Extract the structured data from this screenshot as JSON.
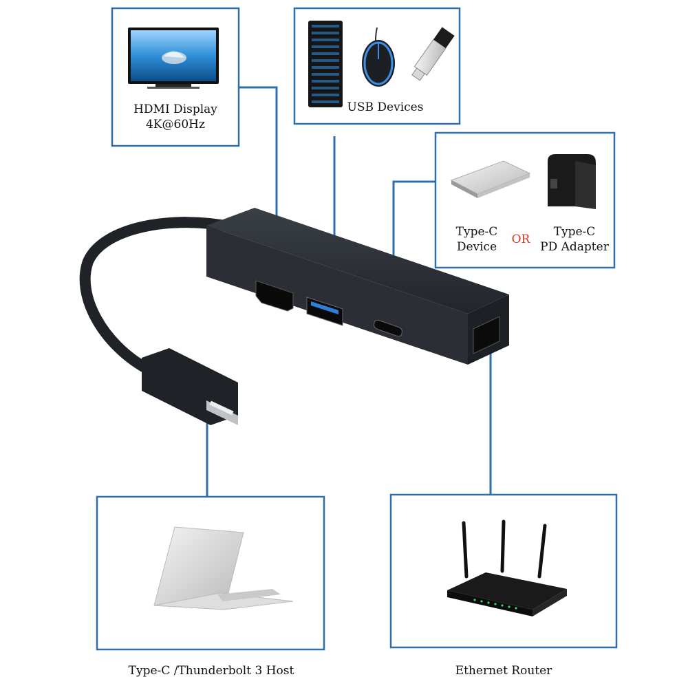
{
  "colors": {
    "box_border": "#2f6fa9",
    "connector_line": "#2f6fa9",
    "hub_body": "#2b2f35",
    "or_text": "#d23a2a"
  },
  "hdmi_box": {
    "line1": "HDMI Display",
    "line2": "4K@60Hz"
  },
  "usb_box": {
    "label": "USB Devices"
  },
  "typec_box": {
    "device_line1": "Type-C",
    "device_line2": "Device",
    "or_label": "OR",
    "adapter_line1": "Type-C",
    "adapter_line2": "PD Adapter"
  },
  "host_box": {
    "label": "Type-C /Thunderbolt 3 Host"
  },
  "router_box": {
    "label": "Ethernet Router"
  },
  "icons": [
    "tv-icon",
    "keyboard-icon",
    "mouse-icon",
    "usb-flash-drive-icon",
    "ssd-drive-icon",
    "power-adapter-icon",
    "laptop-icon",
    "router-icon",
    "usb-c-hub-icon"
  ]
}
